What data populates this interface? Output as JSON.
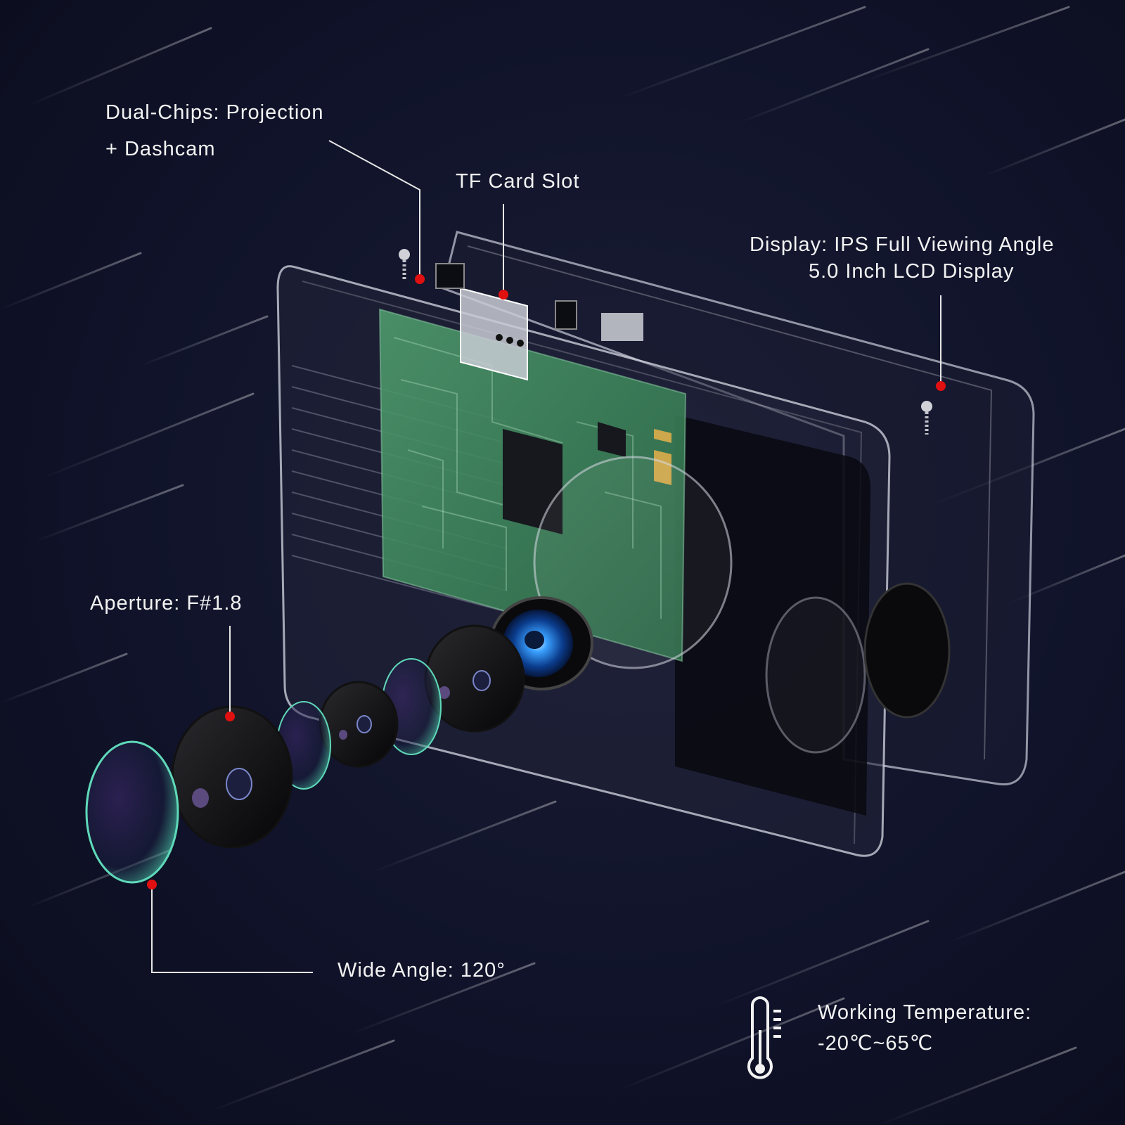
{
  "callouts": {
    "dual_chips_line1": "Dual-Chips: Projection",
    "dual_chips_line2": "+ Dashcam",
    "tf_card": "TF Card Slot",
    "display_line1": "Display: IPS Full Viewing Angle",
    "display_line2": "5.0 Inch LCD Display",
    "aperture": "Aperture: F#1.8",
    "wide_angle": "Wide Angle: 120°"
  },
  "temperature": {
    "icon": "thermometer-icon",
    "line1": "Working Temperature:",
    "line2": "-20℃~65℃"
  },
  "colors": {
    "background": "#0e1020",
    "marker": "#e01010",
    "text": "#f2f2f2",
    "lens_blue": "#2a8bff",
    "pcb_green": "#3f8a5c"
  }
}
